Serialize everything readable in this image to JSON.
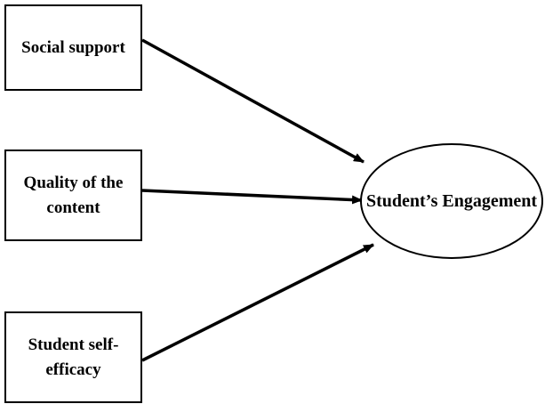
{
  "diagram": {
    "predictors": [
      {
        "label": "Social support"
      },
      {
        "label": "Quality of the content"
      },
      {
        "label": "Student self-efficacy"
      }
    ],
    "outcome": {
      "label": "Student’s Engagement"
    },
    "edge_color": "#000000"
  }
}
